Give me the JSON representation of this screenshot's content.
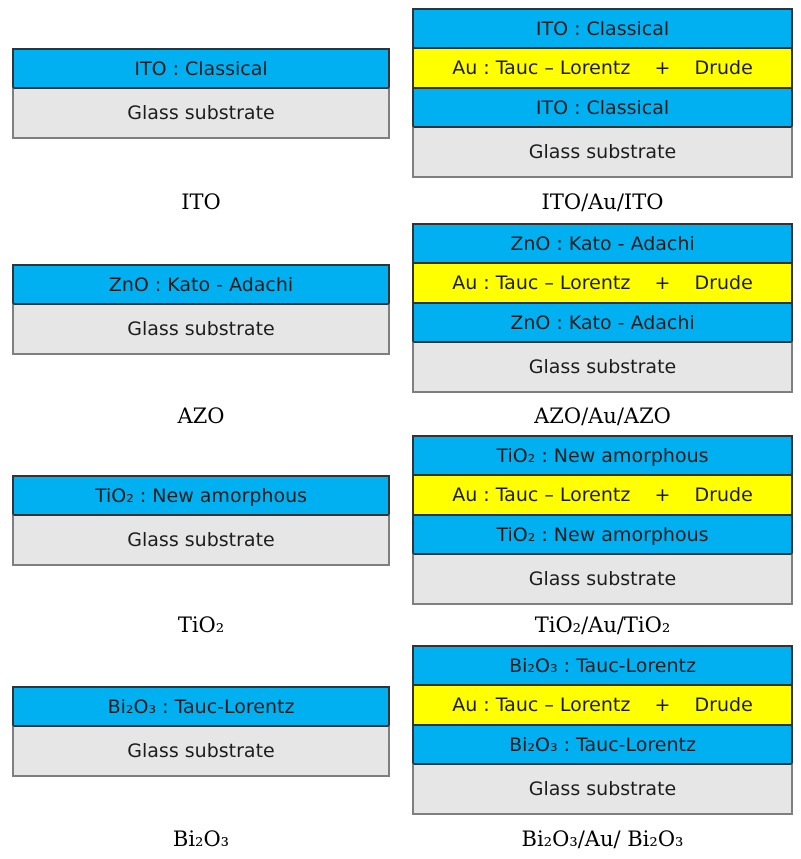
{
  "figure": {
    "description": "Schematic layer stacks of single transparent-conductive-oxide films and TCO/Au/TCO sandwich structures on glass substrates",
    "colors": {
      "film_blue": "#00B0F0",
      "metal_yellow": "#FFFF00",
      "substrate_gray": "#E7E6E6",
      "layer_border_dark": "#333333",
      "substrate_border": "#7f7f7f",
      "label_text": "#1c1c1c",
      "caption_text": "#000000"
    },
    "stacks": {
      "left": [
        {
          "caption": "ITO",
          "layers": [
            {
              "kind": "film",
              "text": "ITO : Classical"
            },
            {
              "kind": "substrate",
              "text": "Glass substrate"
            }
          ]
        },
        {
          "caption": "AZO",
          "layers": [
            {
              "kind": "film",
              "text": "ZnO : Kato - Adachi"
            },
            {
              "kind": "substrate",
              "text": "Glass substrate"
            }
          ]
        },
        {
          "caption": "TiO₂",
          "layers": [
            {
              "kind": "film",
              "text": "TiO₂ : New amorphous"
            },
            {
              "kind": "substrate",
              "text": "Glass substrate"
            }
          ]
        },
        {
          "caption": "Bi₂O₃",
          "layers": [
            {
              "kind": "film",
              "text": "Bi₂O₃ : Tauc-Lorentz"
            },
            {
              "kind": "substrate",
              "text": "Glass substrate"
            }
          ]
        }
      ],
      "right": [
        {
          "caption": "ITO/Au/ITO",
          "layers": [
            {
              "kind": "film",
              "text": "ITO : Classical"
            },
            {
              "kind": "metal",
              "text": "Au : Tauc – Lorentz    +    Drude"
            },
            {
              "kind": "film",
              "text": "ITO : Classical"
            },
            {
              "kind": "substrate",
              "text": "Glass substrate"
            }
          ]
        },
        {
          "caption": "AZO/Au/AZO",
          "layers": [
            {
              "kind": "film",
              "text": "ZnO : Kato - Adachi"
            },
            {
              "kind": "metal",
              "text": "Au : Tauc – Lorentz    +    Drude"
            },
            {
              "kind": "film",
              "text": "ZnO : Kato - Adachi"
            },
            {
              "kind": "substrate",
              "text": "Glass substrate"
            }
          ]
        },
        {
          "caption": "TiO₂/Au/TiO₂",
          "layers": [
            {
              "kind": "film",
              "text": "TiO₂ : New amorphous"
            },
            {
              "kind": "metal",
              "text": "Au : Tauc – Lorentz    +    Drude"
            },
            {
              "kind": "film",
              "text": "TiO₂ : New amorphous"
            },
            {
              "kind": "substrate",
              "text": "Glass substrate"
            }
          ]
        },
        {
          "caption": "Bi₂O₃/Au/ Bi₂O₃",
          "layers": [
            {
              "kind": "film",
              "text": "Bi₂O₃ : Tauc-Lorentz"
            },
            {
              "kind": "metal",
              "text": "Au : Tauc – Lorentz    +    Drude"
            },
            {
              "kind": "film",
              "text": "Bi₂O₃ : Tauc-Lorentz"
            },
            {
              "kind": "substrate",
              "text": "Glass substrate"
            }
          ]
        }
      ]
    }
  }
}
